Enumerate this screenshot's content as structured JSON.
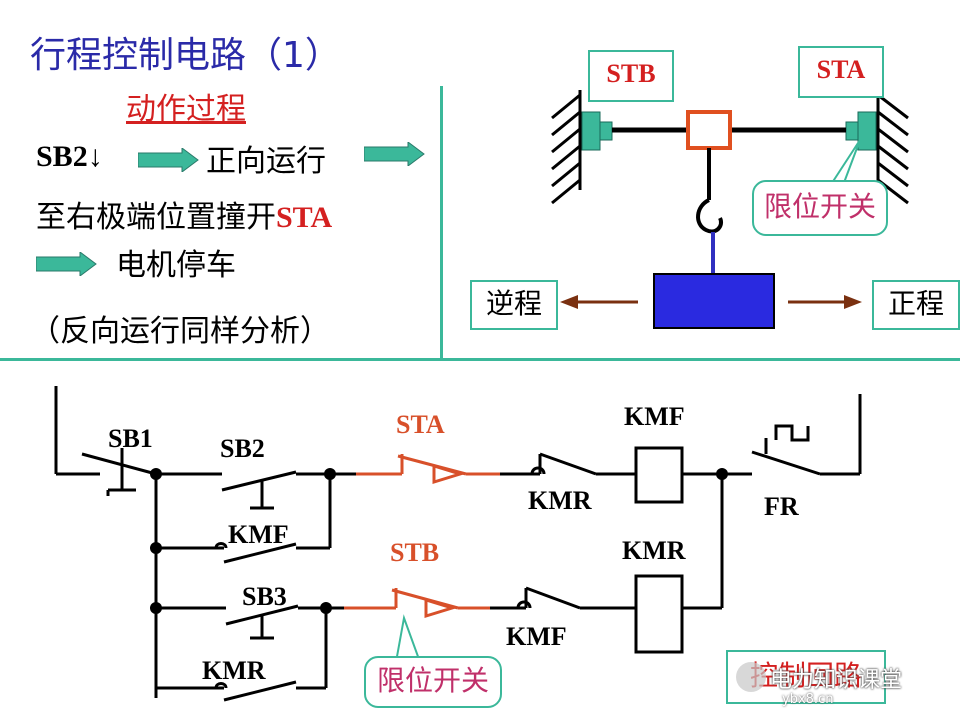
{
  "header": {
    "title": "行程控制电路（1）",
    "subtitle": "动作过程"
  },
  "steps": {
    "line1_prefix": "SB2↓",
    "line1_text": "正向运行",
    "line2_text": "至右极端位置撞开",
    "line2_highlight": "STA",
    "line3_text": "电机停车",
    "line4_text": "（反向运行同样分析）"
  },
  "mechanism": {
    "left_switch": "STB",
    "right_switch": "STA",
    "callout": "限位开关",
    "reverse_label": "逆程",
    "forward_label": "正程"
  },
  "circuit": {
    "labels": {
      "sb1": "SB1",
      "sb2": "SB2",
      "kmf_hold": "KMF",
      "sb3": "SB3",
      "kmr_hold": "KMR",
      "sta": "STA",
      "stb": "STB",
      "kmr_interlock": "KMR",
      "kmf_interlock": "KMF",
      "kmf_coil": "KMF",
      "kmr_coil": "KMR",
      "fr": "FR"
    },
    "callout": "限位开关",
    "corner_label": "控制回路"
  },
  "watermark": {
    "brand": "电力知识课堂",
    "site": "ybx8.cn"
  },
  "colors": {
    "title_blue": "#2a2aa8",
    "accent_red": "#d42020",
    "teal": "#3bb89a",
    "switch_orange": "#d8502a",
    "motor_blue": "#2a2ae0"
  }
}
